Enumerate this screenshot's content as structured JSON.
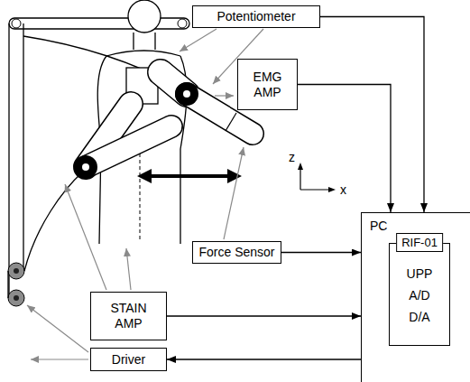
{
  "diagram": {
    "nodes": [
      {
        "text": [
          "Potentiometer"
        ]
      },
      {
        "text": [
          "EMG AMP"
        ]
      },
      {
        "text": [
          "Force Sensor"
        ]
      },
      {
        "text": [
          "STAIN AMP"
        ]
      },
      {
        "text": [
          "Driver"
        ]
      },
      {
        "text": [
          "PC"
        ]
      },
      {
        "text": [
          "RIF-01",
          "UPP",
          "A/D",
          "D/A"
        ],
        "in": 5
      }
    ],
    "edges": [
      {
        "from": 0,
        "to": 5,
        "arrow": "to"
      },
      {
        "from": 1,
        "to": 5,
        "arrow": "to"
      },
      {
        "from": 2,
        "to": 5,
        "arrow": "to"
      },
      {
        "from": 3,
        "to": 5,
        "arrow": "to"
      },
      {
        "from": 5,
        "to": 4,
        "arrow": "to"
      }
    ],
    "labels": [
      "z",
      "x"
    ]
  }
}
